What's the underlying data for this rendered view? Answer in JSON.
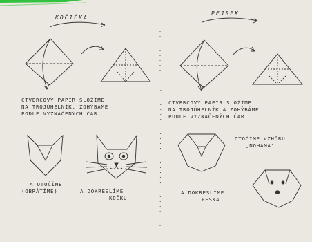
{
  "left": {
    "title": "KOČIČKA",
    "instructions": [
      "ČTVERCOVÝ PAPÍR SLOŽÍME",
      "NA TROJÚHELNÍK, ZOHÝBÁME",
      "PODLE VYZNAČENÝCH ČAR"
    ],
    "step_turn": [
      "A OTOČÍME",
      "(OBRÁTÍME)"
    ],
    "step_draw": [
      "A DOKRESLÍME",
      "KOČKU"
    ]
  },
  "right": {
    "title": "PEJSEK",
    "instructions": [
      "ČTVERCOVÝ PAPÍR SLOŽÍME",
      "NA TROJÚHELNÍK A ZOHÝBÁME",
      "PODLE VYZNAČENÝCH ČAR"
    ],
    "step_fold": [
      "OTOČÍME VZHŮRU",
      "„NOHAMA\""
    ],
    "step_draw": [
      "A DOKRESLÍME",
      "PESKA"
    ]
  },
  "colors": {
    "paper": "#ebe7e1",
    "ink": "#2a2a2a",
    "page_edge": "#2fbf3a"
  }
}
